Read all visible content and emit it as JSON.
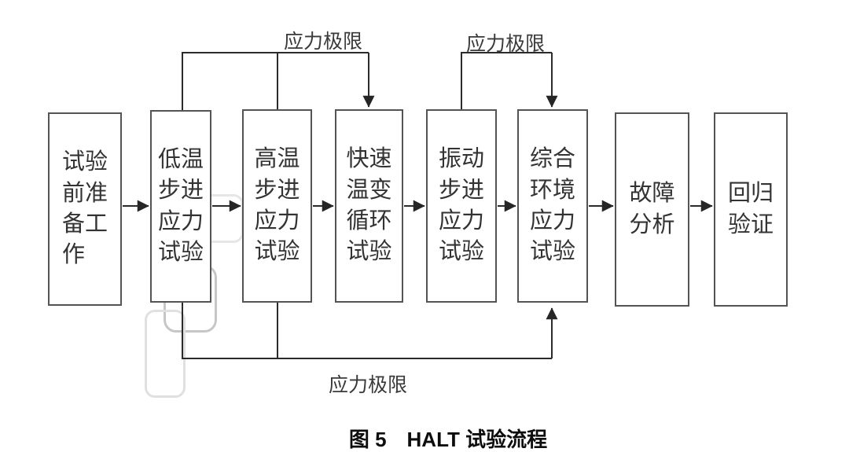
{
  "diagram": {
    "caption": "图 5　HALT 试验流程",
    "nodes": [
      {
        "id": "test-preparation",
        "label": "试验前准备工作"
      },
      {
        "id": "low-temp-step-stress",
        "label": "低温步进应力试验"
      },
      {
        "id": "high-temp-step-stress",
        "label": "高温步进应力试验"
      },
      {
        "id": "rapid-thermal-cycle",
        "label": "快速温变循环试验"
      },
      {
        "id": "vibration-step-stress",
        "label": "振动步进应力试验"
      },
      {
        "id": "combined-env-stress",
        "label": "综合环境应力试验"
      },
      {
        "id": "failure-analysis",
        "label": "故障分析"
      },
      {
        "id": "regression-verification",
        "label": "回归验证"
      }
    ],
    "edge_labels": {
      "top_left": "应力极限",
      "top_right": "应力极限",
      "bottom": "应力极限"
    },
    "colors": {
      "box_border": "#545454",
      "connector_line": "#2b2b2b",
      "text": "#333333",
      "watermark": "#c6c6c6",
      "background": "#ffffff"
    }
  }
}
